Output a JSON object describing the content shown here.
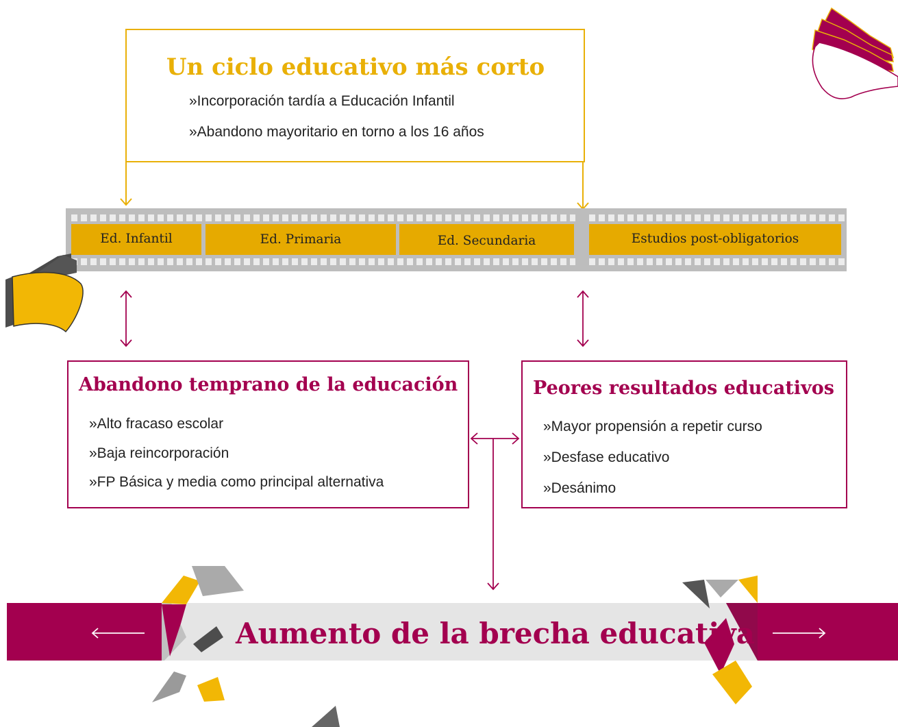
{
  "colors": {
    "gold": "#e9b007",
    "crimson": "#a3004f",
    "film": "#bdbdbd",
    "stage": "#e6aa00",
    "grey": "#8c8c8c"
  },
  "top_box": {
    "title": "Un ciclo educativo más corto",
    "items": [
      "»Incorporación tardía a Educación Infantil",
      "»Abandono mayoritario en torno a los 16 años"
    ]
  },
  "timeline": {
    "stages": [
      "Ed. Infantil",
      "Ed. Primaria",
      "Ed. Secundaria",
      "Estudios post-obligatorios"
    ]
  },
  "left_box": {
    "title": "Abandono temprano de la educación",
    "items": [
      "»Alto fracaso escolar",
      "»Baja reincorporación",
      "»FP Básica y media como principal alternativa"
    ]
  },
  "right_box": {
    "title": "Peores resultados educativos",
    "items": [
      "»Mayor propensión a repetir curso",
      "»Desfase educativo",
      "»Desánimo"
    ]
  },
  "banner": {
    "title": "Aumento de la brecha educativa"
  }
}
